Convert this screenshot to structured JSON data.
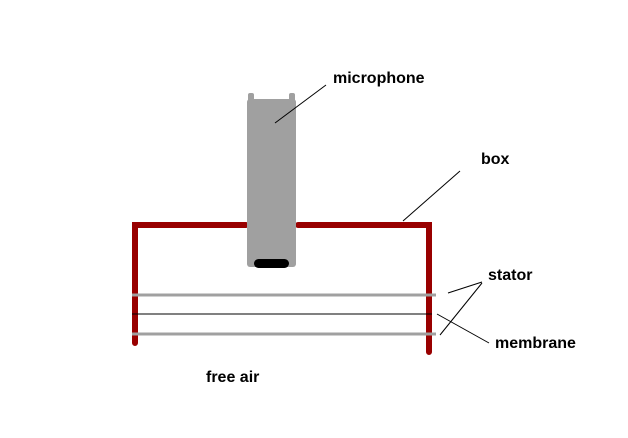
{
  "labels": {
    "microphone": "microphone",
    "box": "box",
    "stator": "stator",
    "membrane": "membrane",
    "free_air": "free air"
  },
  "colors": {
    "box": "#990000",
    "microphone": "#a0a0a0",
    "microphone_tip": "#000000",
    "stator": "#a0a0a0",
    "membrane": "#000000",
    "leader_lines": "#000000",
    "background": "#ffffff"
  }
}
